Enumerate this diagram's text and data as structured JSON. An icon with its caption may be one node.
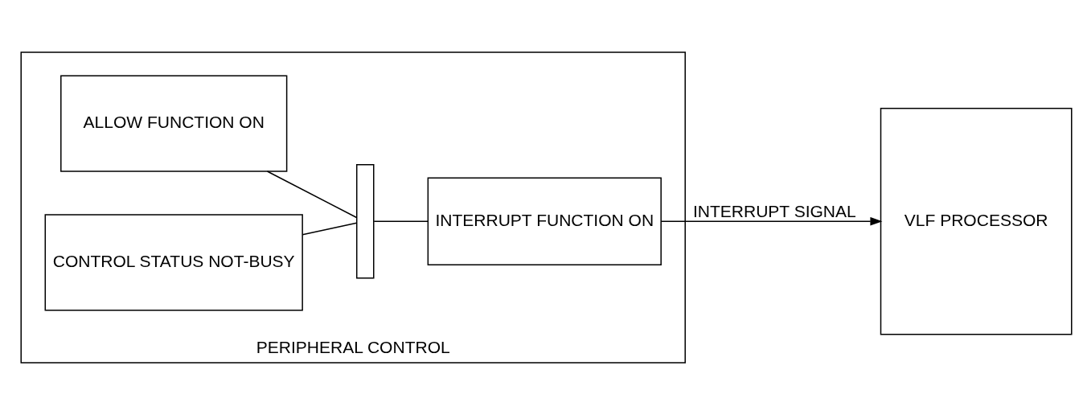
{
  "diagram": {
    "nodes": [
      {
        "text": [
          "PERIPHERAL CONTROL"
        ]
      },
      {
        "text": [
          "ALLOW FUNCTION ON"
        ],
        "in": 0
      },
      {
        "text": [
          "CONTROL STATUS NOT-BUSY"
        ],
        "in": 0
      },
      {
        "text": [],
        "shape": "bar",
        "in": 0
      },
      {
        "text": [
          "INTERRUPT FUNCTION ON"
        ],
        "in": 0
      },
      {
        "text": [
          "VLF PROCESSOR"
        ]
      }
    ],
    "edges": [
      {
        "from": 1,
        "to": 3,
        "arrow": "none"
      },
      {
        "from": 2,
        "to": 3,
        "arrow": "none"
      },
      {
        "from": 3,
        "to": 4,
        "arrow": "none"
      },
      {
        "from": 4,
        "to": 5,
        "arrow": "to",
        "label": "INTERRUPT SIGNAL"
      }
    ]
  }
}
